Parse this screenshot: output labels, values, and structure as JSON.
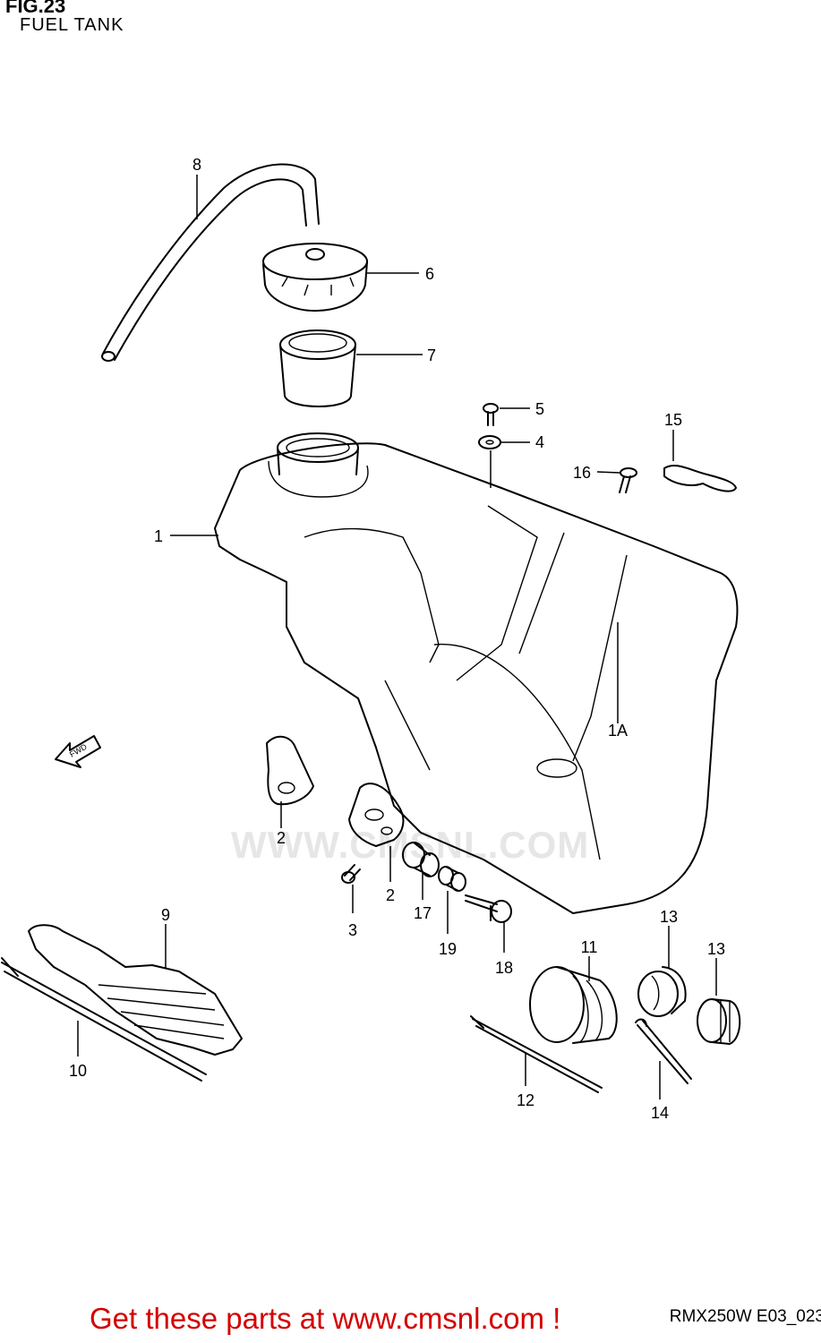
{
  "figure": {
    "title": "FIG.23",
    "subtitle": "FUEL TANK"
  },
  "model_code": "RMX250W E03_023",
  "promo_text": "Get these parts at www.cmsnl.com !",
  "watermark": "WWW.CMSNL.COM",
  "part_labels": {
    "p1": "1",
    "p1a": "1A",
    "p2a": "2",
    "p2b": "2",
    "p3": "3",
    "p4": "4",
    "p5": "5",
    "p6": "6",
    "p7": "7",
    "p8": "8",
    "p9": "9",
    "p10": "10",
    "p11": "11",
    "p12": "12",
    "p13a": "13",
    "p13b": "13",
    "p14": "14",
    "p15": "15",
    "p16": "16",
    "p17": "17",
    "p18": "18",
    "p19": "19"
  },
  "fwd_arrow_text": "FWD",
  "colors": {
    "line": "#000000",
    "promo": "#d40000",
    "watermark": "#e6e6e6"
  }
}
